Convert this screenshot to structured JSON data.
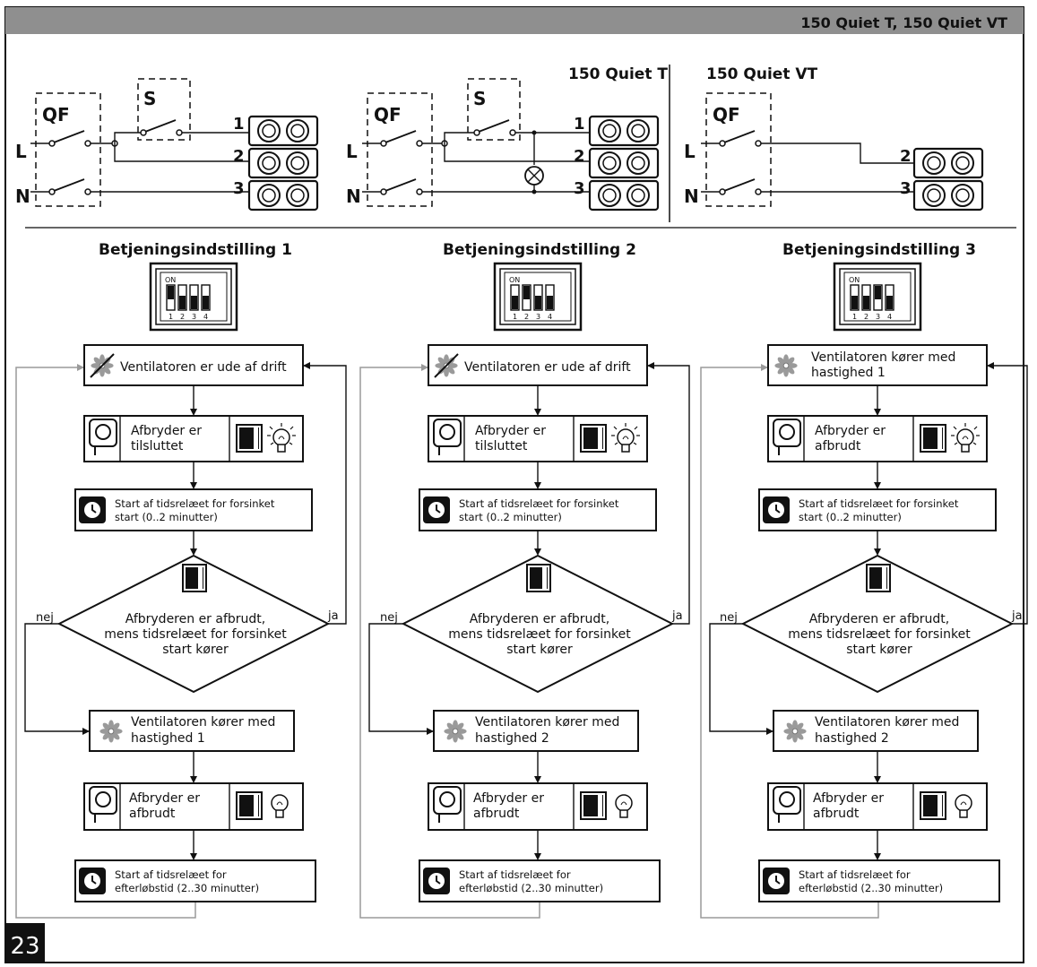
{
  "header": {
    "models": "150 Quiet T, 150 Quiet VT",
    "page_number": "23"
  },
  "wiring": {
    "diagram2_title": "150 Quiet T",
    "diagram3_title": "150 Quiet VT",
    "breaker": "QF",
    "switch": "S",
    "phase": "L",
    "neutral": "N",
    "t1": "1",
    "t2": "2",
    "t3": "3"
  },
  "modes": [
    {
      "title": "Betjeningsindstilling 1",
      "dip_on": "ON",
      "dip_numbers": [
        "1",
        "2",
        "3",
        "4"
      ],
      "dip_up": [
        true,
        false,
        false,
        false
      ],
      "state1": [
        "Ventilatoren er ude af drift"
      ],
      "switch1": [
        "Afbryder er",
        "tilsluttet"
      ],
      "timer1": [
        "Start af tidsrelæet for forsinket",
        "start (0..2 minutter)"
      ],
      "decision": [
        "Afbryderen er afbrudt,",
        "mens tidsrelæet for forsinket",
        "start kører"
      ],
      "no": "nej",
      "yes": "ja",
      "state2": [
        "Ventilatoren kører med",
        "hastighed 1"
      ],
      "switch2": [
        "Afbryder  er",
        "afbrudt"
      ],
      "timer2": [
        "Start af tidsrelæet for",
        "efterløbstid (2..30 minutter)"
      ]
    },
    {
      "title": "Betjeningsindstilling 2",
      "dip_on": "ON",
      "dip_numbers": [
        "1",
        "2",
        "3",
        "4"
      ],
      "dip_up": [
        false,
        true,
        false,
        false
      ],
      "state1": [
        "Ventilatoren er ude af drift"
      ],
      "switch1": [
        "Afbryder er",
        "tilsluttet"
      ],
      "timer1": [
        "Start af tidsrelæet for forsinket",
        "start (0..2 minutter)"
      ],
      "decision": [
        "Afbryderen er afbrudt,",
        "mens tidsrelæet for forsinket",
        "start kører"
      ],
      "no": "nej",
      "yes": "ja",
      "state2": [
        "Ventilatoren kører med",
        "hastighed 2"
      ],
      "switch2": [
        "Afbryder  er",
        "afbrudt"
      ],
      "timer2": [
        "Start af tidsrelæet for",
        "efterløbstid (2..30 minutter)"
      ]
    },
    {
      "title": "Betjeningsindstilling 3",
      "dip_on": "ON",
      "dip_numbers": [
        "1",
        "2",
        "3",
        "4"
      ],
      "dip_up": [
        false,
        false,
        true,
        false
      ],
      "state1": [
        "Ventilatoren kører med",
        "hastighed 1"
      ],
      "switch1": [
        "Afbryder er",
        "afbrudt"
      ],
      "timer1": [
        "Start af tidsrelæet for forsinket",
        "start (0..2 minutter)"
      ],
      "decision": [
        "Afbryderen er afbrudt,",
        "mens tidsrelæet for forsinket",
        "start kører"
      ],
      "no": "nej",
      "yes": "ja",
      "state2": [
        "Ventilatoren kører med",
        "hastighed 2"
      ],
      "switch2": [
        "Afbryder  er",
        "afbrudt"
      ],
      "timer2": [
        "Start af tidsrelæet for",
        "efterløbstid (2..30 minutter)"
      ]
    }
  ]
}
